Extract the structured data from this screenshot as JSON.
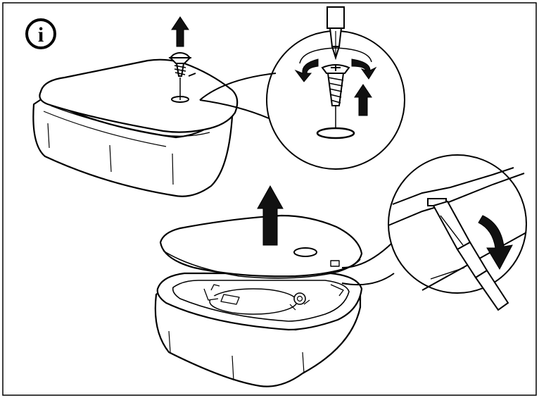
{
  "info_badge": {
    "glyph": "i",
    "icon": "info-icon"
  },
  "palette": {
    "ink": "#000000",
    "paper": "#ffffff",
    "fill_dark": "#111111"
  },
  "panels": [
    {
      "name": "unscrew-lid-step",
      "icon": "screw-removal"
    },
    {
      "name": "zoom-screwdriver-detail",
      "icon": "screwdriver-unscrew"
    },
    {
      "name": "lift-lid-step",
      "icon": "lid-lift"
    },
    {
      "name": "zoom-pry-detail",
      "icon": "flathead-pry"
    }
  ]
}
